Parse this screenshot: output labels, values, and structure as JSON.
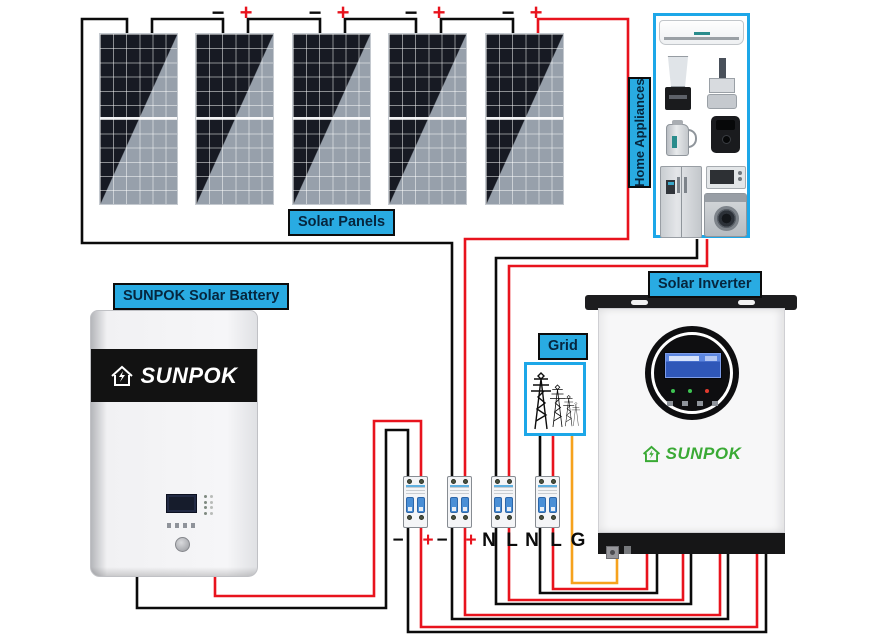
{
  "labels": {
    "solar_panels": "Solar Panels",
    "battery": "SUNPOK Solar Battery",
    "inverter": "Solar Inverter",
    "grid": "Grid",
    "home_appliances": "Home Appliances"
  },
  "brand": {
    "battery_logo": "SUNPOK",
    "inverter_logo": "SUNPOK"
  },
  "panel_polarity": {
    "minus": "−",
    "plus": "+"
  },
  "terminal_labels": [
    "−",
    "+",
    "−",
    "+",
    "N",
    "L",
    "N",
    "L",
    "G"
  ],
  "counts": {
    "solar_panels": 5,
    "breakers": 4
  },
  "colors": {
    "negative_wire": "#0b0b0b",
    "positive_wire": "#e8131d",
    "ground_wire": "#f6a21d",
    "label_bg": "#29abe2",
    "box_border_blue": "#1da7e8",
    "breaker_toggle": "#4a8fd6",
    "inverter_logo_green": "#3aaa35"
  },
  "appliances": [
    "air-conditioner",
    "blender",
    "food-processor",
    "electric-kettle",
    "air-fryer",
    "refrigerator",
    "toaster-oven",
    "washing-machine"
  ]
}
